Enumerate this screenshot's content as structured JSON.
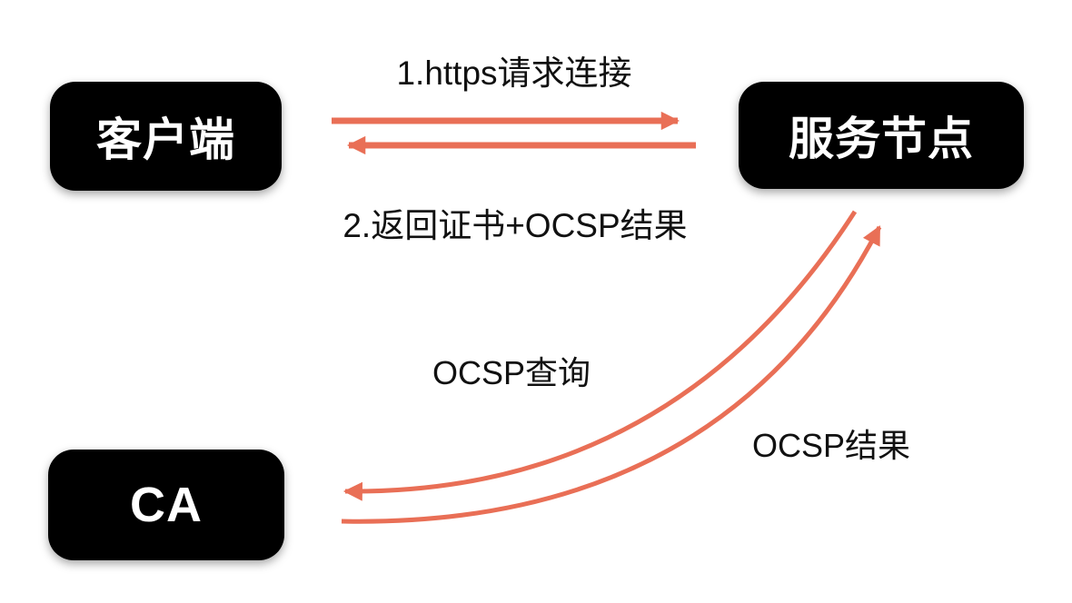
{
  "diagram": {
    "type": "flow-diagram",
    "topic": "OCSP stapling handshake flow",
    "nodes": [
      {
        "id": "client",
        "label": "客户端"
      },
      {
        "id": "server",
        "label": "服务节点"
      },
      {
        "id": "ca",
        "label": "CA"
      }
    ],
    "edges": [
      {
        "id": "https-request",
        "from": "client",
        "to": "server",
        "label": "1.https请求连接",
        "style": "straight"
      },
      {
        "id": "return-cert",
        "from": "server",
        "to": "client",
        "label": "2.返回证书+OCSP结果",
        "style": "straight"
      },
      {
        "id": "ocsp-query",
        "from": "server",
        "to": "ca",
        "label": "OCSP查询",
        "style": "curved"
      },
      {
        "id": "ocsp-result",
        "from": "ca",
        "to": "server",
        "label": "OCSP结果",
        "style": "curved"
      }
    ]
  },
  "colors": {
    "arrow": "#E96F56",
    "node_bg": "#000000",
    "node_text": "#FFFFFF",
    "label_text": "#111111",
    "background": "#FFFFFF"
  }
}
